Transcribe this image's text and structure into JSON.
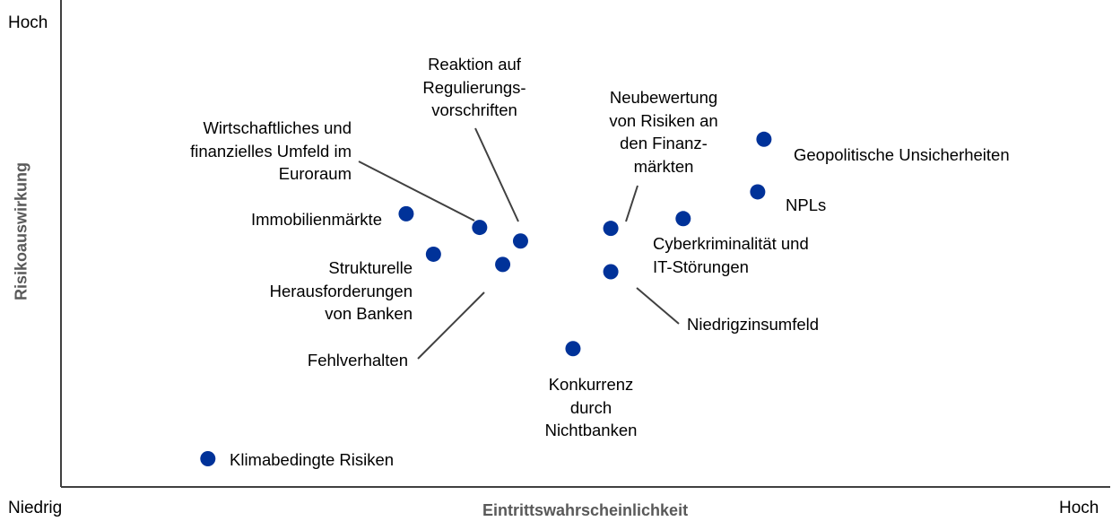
{
  "chart_data": {
    "type": "scatter",
    "xlabel": "Eintrittswahrscheinlichkeit",
    "ylabel": "Risikoauswirkung",
    "x_low_label": "Niedrig",
    "x_high_label": "Hoch",
    "y_high_label": "Hoch",
    "xlim": [
      0,
      100
    ],
    "ylim": [
      0,
      100
    ],
    "grid": false,
    "points": [
      {
        "label": "Geopolitische Unsicherheiten",
        "x": 67.0,
        "y": 71.4
      },
      {
        "label": "NPLs",
        "x": 66.4,
        "y": 60.6
      },
      {
        "label": "Cyberkriminalität und IT-Störungen",
        "x": 59.3,
        "y": 55.1
      },
      {
        "label": "Neubewertung von Risiken an den Finanzmärkten",
        "x": 52.4,
        "y": 53.1
      },
      {
        "label": "Reaktion auf Regulierungsvorschriften",
        "x": 43.8,
        "y": 50.5
      },
      {
        "label": "Wirtschaftliches und finanzielles Umfeld im Euroraum",
        "x": 39.9,
        "y": 53.3
      },
      {
        "label": "Immobilienmärkte",
        "x": 32.9,
        "y": 56.1
      },
      {
        "label": "Strukturelle Herausforderungen von Banken",
        "x": 35.5,
        "y": 47.8
      },
      {
        "label": "Fehlverhalten",
        "x": 42.1,
        "y": 45.7
      },
      {
        "label": "Niedrigzinsumfeld",
        "x": 52.4,
        "y": 44.2
      },
      {
        "label": "Konkurrenz durch Nichtbanken",
        "x": 48.8,
        "y": 28.4
      },
      {
        "label": "Klimabedingte Risiken",
        "x": 14.0,
        "y": 5.8
      }
    ]
  },
  "labels": {
    "geo": [
      "Geopolitische Unsicherheiten"
    ],
    "npl": [
      "NPLs"
    ],
    "cyber": [
      "Cyberkriminalität und",
      "IT-Störungen"
    ],
    "neubew": [
      "Neubewertung",
      "von Risiken an",
      "den Finanz-",
      "märkten"
    ],
    "reaktion": [
      "Reaktion auf",
      "Regulierungs-",
      "vorschriften"
    ],
    "wirtschaft": [
      "Wirtschaftliches und",
      "finanzielles Umfeld im",
      "Euroraum"
    ],
    "immo": [
      "Immobilienmärkte"
    ],
    "struktur": [
      "Strukturelle",
      "Herausforderungen",
      "von Banken"
    ],
    "fehl": [
      "Fehlverhalten"
    ],
    "niedrigzins": [
      "Niedrigzinsumfeld"
    ],
    "konkurrenz": [
      "Konkurrenz",
      "durch",
      "Nichtbanken"
    ],
    "klima": [
      "Klimabedingte Risiken"
    ]
  },
  "colors": {
    "point": "#003299",
    "axis": "#404040",
    "leader": "#404040"
  }
}
